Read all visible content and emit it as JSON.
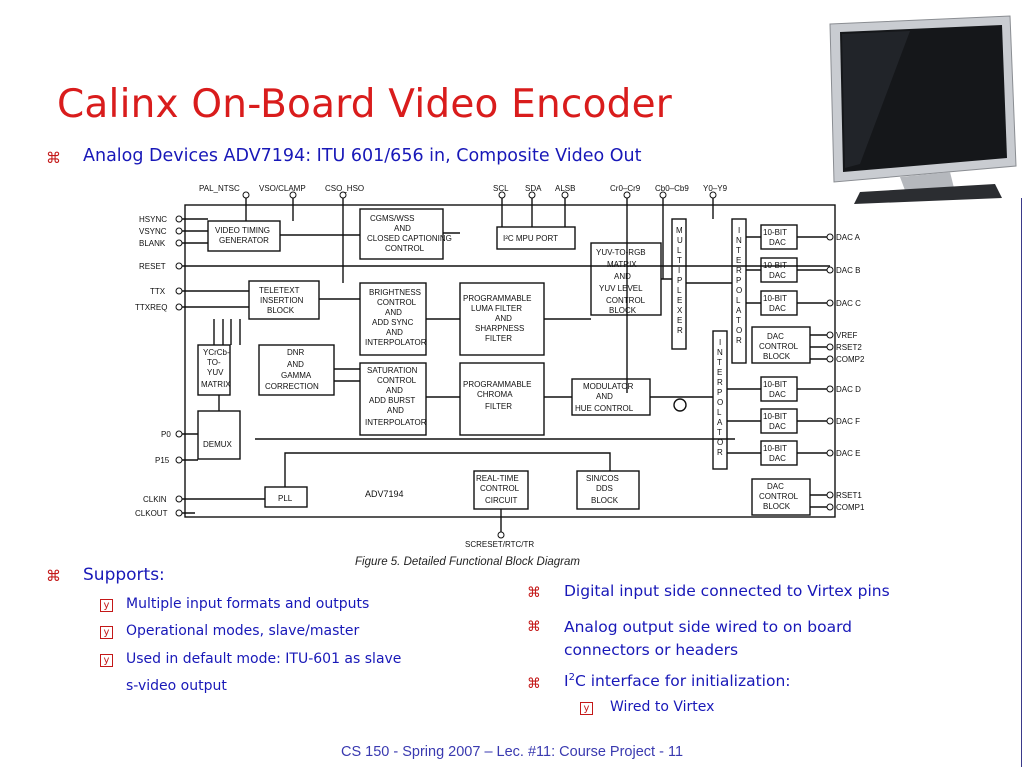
{
  "slide": {
    "title": "Calinx On-Board Video Encoder",
    "bullet_glyph": "⌘",
    "sub_bullet_glyph": "y",
    "lead_bullet": "Analog Devices ADV7194: ITU 601/656 in, Composite Video Out",
    "left_column": {
      "heading": "Supports:",
      "items": [
        "Multiple input formats and outputs",
        "Operational modes, slave/master",
        "Used in default mode: ITU-601 as slave",
        "s-video output"
      ]
    },
    "right_column": {
      "items": [
        "Digital input side connected to Virtex pins",
        "Analog output side wired to on board connectors or headers",
        "interface for initialization:"
      ],
      "i2c_prefix": "I",
      "i2c_superscript": "2",
      "i2c_suffix": "C",
      "sub_item": "Wired to Virtex"
    },
    "footer": "CS 150 - Spring  2007 – Lec. #11: Course Project - 11"
  },
  "figure": {
    "caption": "Figure 5.  Detailed Functional Block Diagram",
    "chip_name": "ADV7194",
    "inputs": [
      "HSYNC",
      "VSYNC",
      "BLANK",
      "RESET",
      "TTX",
      "TTXREQ",
      "P0",
      "P15",
      "CLKIN",
      "CLKOUT"
    ],
    "top_pins": [
      "PAL_NTSC",
      "VSO/CLAMP",
      "CSO_HSO",
      "SCL",
      "SDA",
      "ALSB",
      "Cr0–Cr9",
      "Cb0–Cb9",
      "Y0–Y9"
    ],
    "outputs": [
      "DAC A",
      "DAC B",
      "DAC C",
      "VREF",
      "RSET2",
      "COMP2",
      "DAC D",
      "DAC F",
      "DAC E",
      "RSET1",
      "COMP1"
    ],
    "bottom_pin": "SCRESET/RTC/TR"
  },
  "colors": {
    "title": "#d91c1c",
    "body_text": "#1818b8",
    "bullet": "#c41818",
    "footer": "#3a3ab0"
  },
  "icons": [
    "command-bullet-icon",
    "checkbox-bullet-icon",
    "monitor-icon"
  ]
}
